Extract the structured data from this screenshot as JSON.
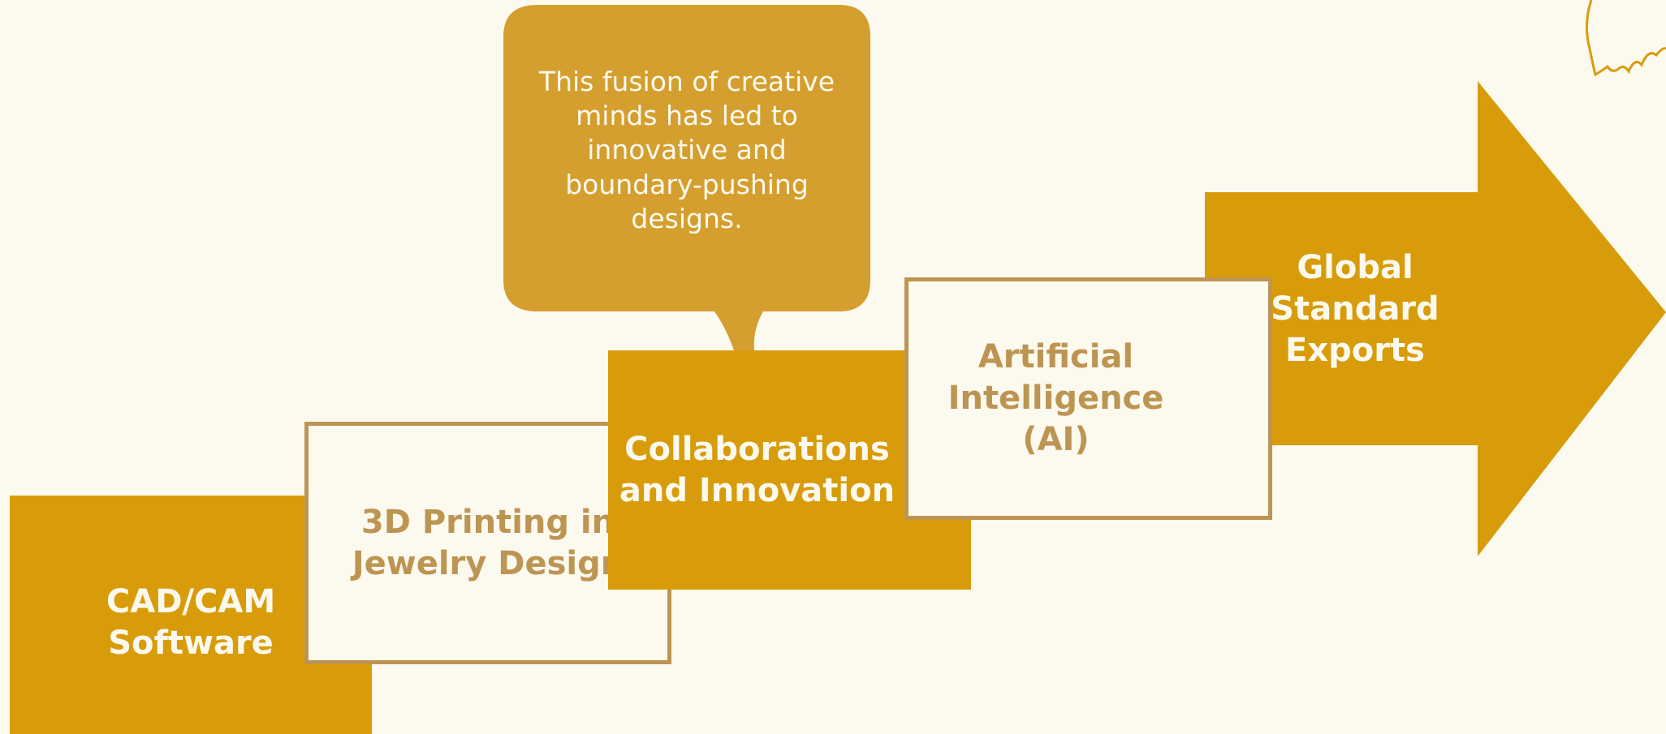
{
  "steps": [
    {
      "id": "cad-cam",
      "label": "CAD/CAM\nSoftware"
    },
    {
      "id": "3d-printing",
      "label": "3D Printing in\nJewelry Design"
    },
    {
      "id": "collaborations",
      "label": "Collaborations\nand Innovation"
    },
    {
      "id": "ai",
      "label": "Artificial\nIntelligence\n(AI)"
    },
    {
      "id": "global",
      "label": "Global\nStandard\nExports"
    }
  ],
  "callout": {
    "text": "This fusion of creative\nminds has led to\ninnovative and\nboundary-pushing\ndesigns."
  },
  "colors": {
    "background": "#fcf9ee",
    "gold": "#d89c0b",
    "callout": "#d49f2e",
    "outline": "#bd9553"
  }
}
